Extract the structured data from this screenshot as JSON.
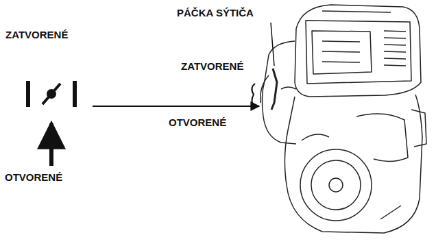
{
  "diagram": {
    "labels": [
      "ZATVORENÉ",
      "PÁČKA SÝTIČA",
      "ZATVORENÉ",
      "OTVORENÉ",
      "OTVORENÉ"
    ]
  }
}
